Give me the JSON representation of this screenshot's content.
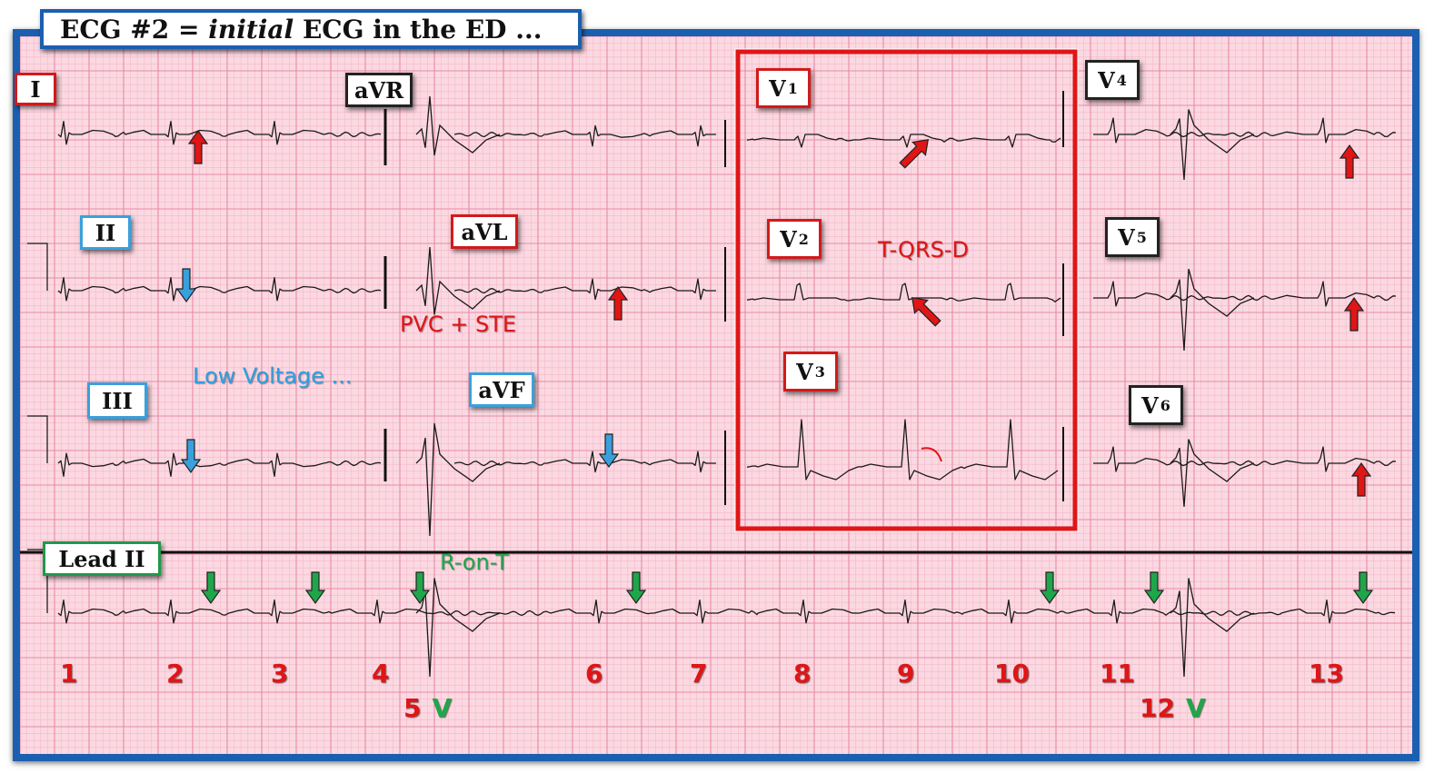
{
  "title": {
    "prefix": "ECG #2 = ",
    "italic": "initial",
    "suffix": " ECG in the ED ..."
  },
  "leads": {
    "I": "I",
    "II": "II",
    "III": "III",
    "aVR": "aVR",
    "aVL": "aVL",
    "aVF": "aVF",
    "V1": {
      "base": "V",
      "sub": "1"
    },
    "V2": {
      "base": "V",
      "sub": "2"
    },
    "V3": {
      "base": "V",
      "sub": "3"
    },
    "V4": {
      "base": "V",
      "sub": "4"
    },
    "V5": {
      "base": "V",
      "sub": "5"
    },
    "V6": {
      "base": "V",
      "sub": "6"
    },
    "rhythm": "Lead II"
  },
  "annotations": {
    "pvc_ste": "PVC + STE",
    "low_voltage": "Low Voltage ...",
    "t_qrs_d": "T-QRS-D",
    "r_on_t": "R-on-T"
  },
  "beat_numbers": [
    "1",
    "2",
    "3",
    "4",
    "5",
    "6",
    "7",
    "8",
    "9",
    "10",
    "11",
    "12",
    "13"
  ],
  "pvc_marker": "V",
  "colors": {
    "frame": "#1b5fb0",
    "grid_background": "#fbd9e2",
    "grid_minor": "#f4b8c8",
    "grid_major": "#e98aa5",
    "highlight_box": "#e01515",
    "red_arrow": "#e01515",
    "blue_arrow": "#3aa0dc",
    "green_arrow": "#1fa64a",
    "trace": "#1a1a1a"
  }
}
